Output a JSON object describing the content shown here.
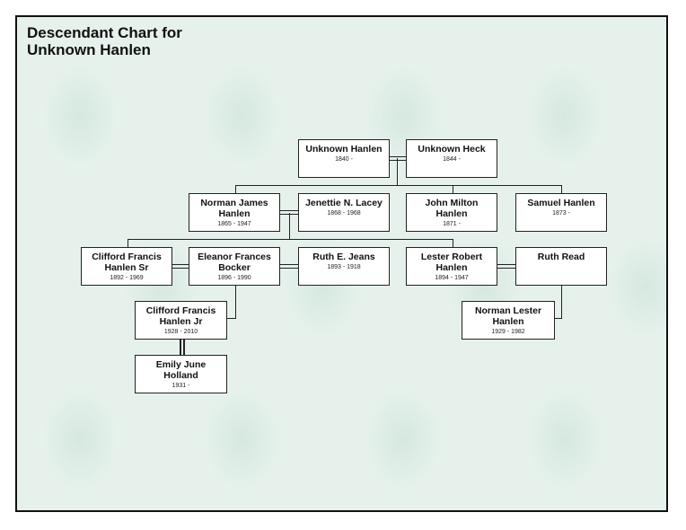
{
  "title_line1": "Descendant Chart for",
  "title_line2": "Unknown Hanlen",
  "people": {
    "unknown_hanlen": {
      "name": "Unknown Hanlen",
      "dates": "1840 -"
    },
    "unknown_heck": {
      "name": "Unknown Heck",
      "dates": "1844 -"
    },
    "norman_james": {
      "name": "Norman James Hanlen",
      "dates": "1865 - 1947"
    },
    "jenettie": {
      "name": "Jenettie N. Lacey",
      "dates": "1868 - 1968"
    },
    "john_milton": {
      "name": "John Milton Hanlen",
      "dates": "1871 -"
    },
    "samuel": {
      "name": "Samuel Hanlen",
      "dates": "1873 -"
    },
    "clifford_sr": {
      "name": "Clifford Francis Hanlen Sr",
      "dates": "1892 - 1969"
    },
    "eleanor": {
      "name": "Eleanor Frances Bocker",
      "dates": "1896 - 1990"
    },
    "ruth_jeans": {
      "name": "Ruth E. Jeans",
      "dates": "1893 - 1918"
    },
    "lester": {
      "name": "Lester Robert Hanlen",
      "dates": "1894 - 1947"
    },
    "ruth_read": {
      "name": "Ruth Read",
      "dates": ""
    },
    "clifford_jr": {
      "name": "Clifford Francis Hanlen Jr",
      "dates": "1928 - 2010"
    },
    "norman_lester": {
      "name": "Norman Lester Hanlen",
      "dates": "1929 - 1982"
    },
    "emily": {
      "name": "Emily June Holland",
      "dates": "1931 -"
    }
  }
}
